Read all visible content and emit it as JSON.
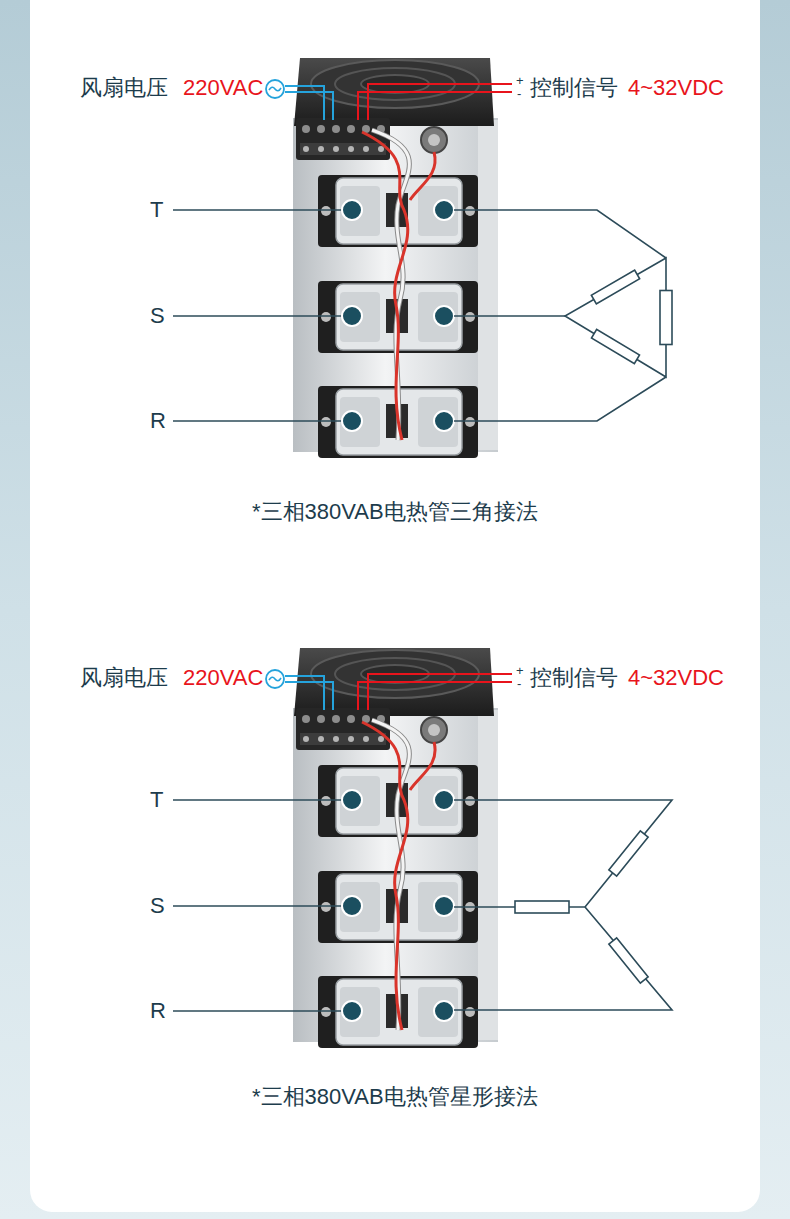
{
  "diagram": {
    "labels": [
      "风扇电压",
      "220VAC",
      "+",
      "-",
      "控制信号",
      "4~32VDC",
      "T",
      "S",
      "R",
      "*三相380VAB电热管三角接法",
      "风扇电压",
      "220VAC",
      "+",
      "-",
      "控制信号",
      "4~32VDC",
      "T",
      "S",
      "R",
      "*三相380VAB电热管星形接法"
    ]
  }
}
